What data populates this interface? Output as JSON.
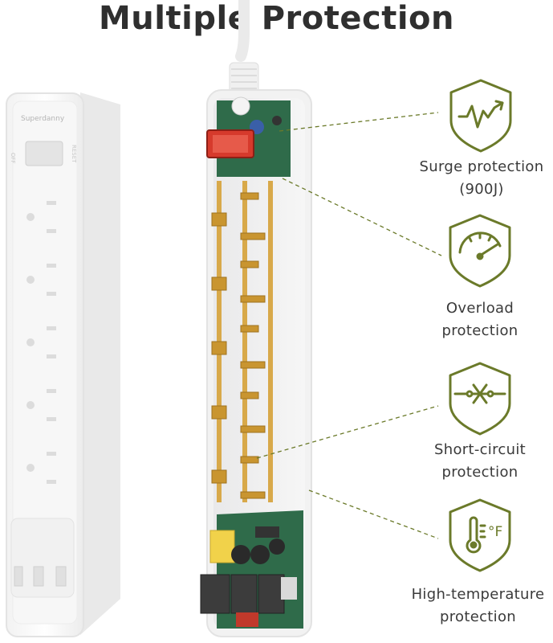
{
  "title": "Multiple Protection",
  "brand_text": "Superdanny",
  "switch_text": "OFF",
  "reset_text": "RESET",
  "features": [
    {
      "icon": "surge-icon",
      "line1": "Surge protection",
      "line2": "(900J)"
    },
    {
      "icon": "gauge-icon",
      "line1": "Overload",
      "line2": "protection"
    },
    {
      "icon": "short-circuit-icon",
      "line1": "Short-circuit",
      "line2": "protection"
    },
    {
      "icon": "thermometer-icon",
      "line1": "High-temperature",
      "line2": "protection"
    }
  ],
  "colors": {
    "accent": "#6b7a2a",
    "title": "#2f2f2f",
    "copper": "#d8a94a",
    "pcb": "#2f6b4a",
    "switch": "#d63a2c"
  }
}
